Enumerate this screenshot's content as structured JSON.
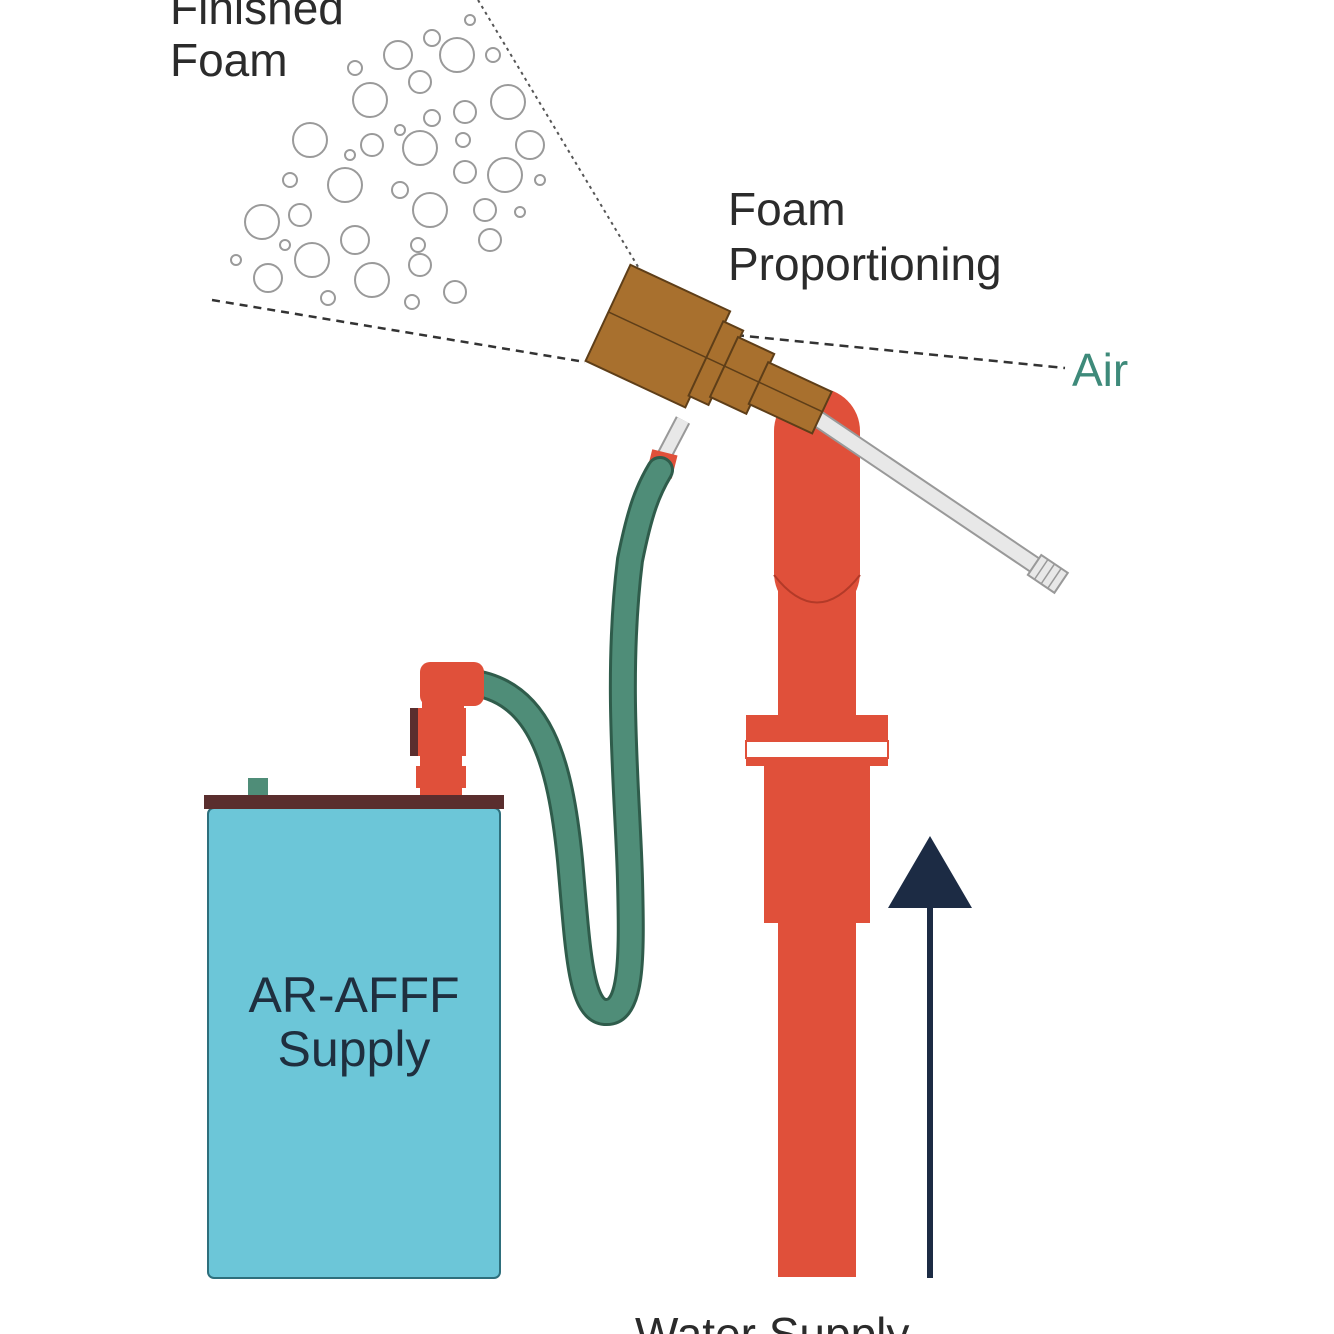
{
  "labels": {
    "finished_foam_line1": "Finished",
    "finished_foam_line2": "Foam",
    "foam_proportioning_line1": "Foam",
    "foam_proportioning_line2": "Proportioning",
    "air": "Air",
    "tank_line1": "AR-AFFF",
    "tank_line2": "Supply",
    "water_supply": "Water Supply"
  },
  "colors": {
    "tank": "#6cc6d8",
    "tank_lid": "#5a2e2e",
    "hose": "#4f8d78",
    "pipe": "#e0503a",
    "nozzle": "#a8702e",
    "arrow": "#1c2b44",
    "air_text": "#3e8a7a"
  }
}
